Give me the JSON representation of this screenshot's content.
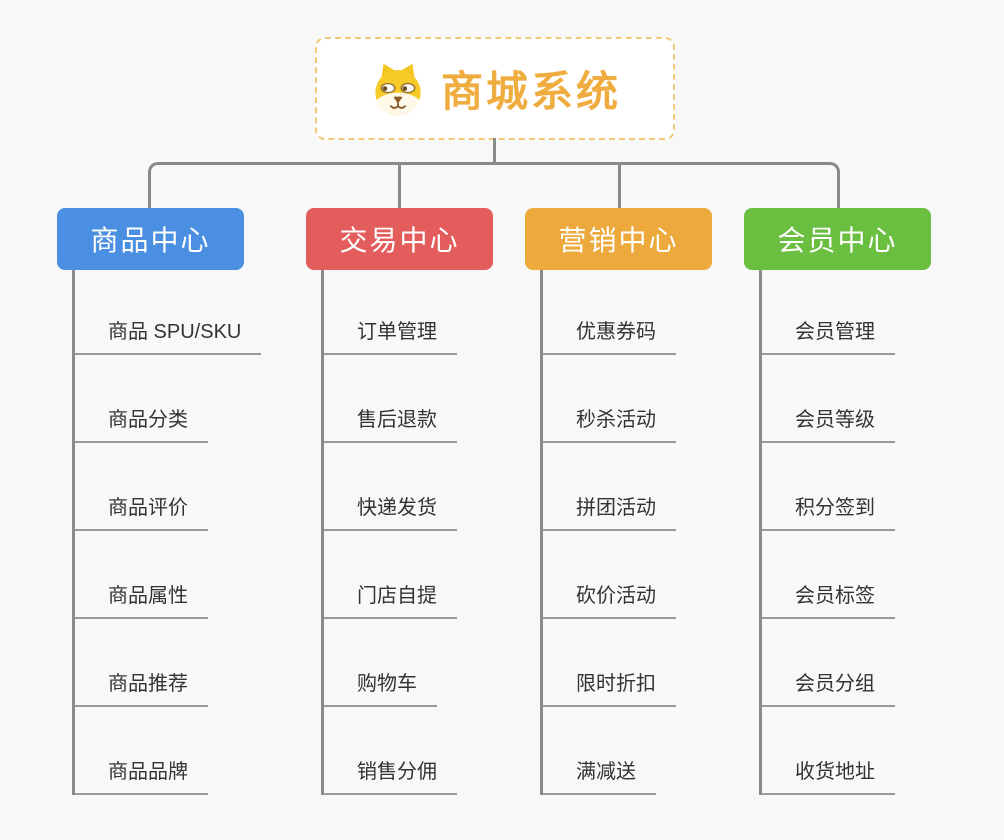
{
  "root": {
    "title": "商城系统",
    "icon": "dog-face-icon"
  },
  "branches": [
    {
      "label": "商品中心",
      "color": "#4a8fe2",
      "children": [
        "商品 SPU/SKU",
        "商品分类",
        "商品评价",
        "商品属性",
        "商品推荐",
        "商品品牌"
      ]
    },
    {
      "label": "交易中心",
      "color": "#e45d5d",
      "children": [
        "订单管理",
        "售后退款",
        "快递发货",
        "门店自提",
        "购物车",
        "销售分佣"
      ]
    },
    {
      "label": "营销中心",
      "color": "#eda93c",
      "children": [
        "优惠券码",
        "秒杀活动",
        "拼团活动",
        "砍价活动",
        "限时折扣",
        "满减送"
      ]
    },
    {
      "label": "会员中心",
      "color": "#6abf41",
      "children": [
        "会员管理",
        "会员等级",
        "积分签到",
        "会员标签",
        "会员分组",
        "收货地址"
      ]
    }
  ],
  "colors": {
    "background": "#f8f8f8",
    "connector": "#8a8a8a",
    "underline": "#9a9a9a",
    "root_accent": "#f0ad3f",
    "root_border": "#f2c879",
    "item_text": "#333333",
    "branch_text": "#ffffff"
  }
}
